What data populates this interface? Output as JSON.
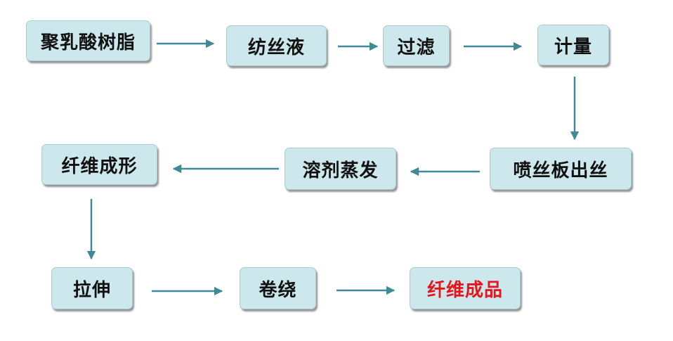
{
  "flow": {
    "nodes": [
      {
        "id": "pla-resin",
        "label": "聚乳酸树脂"
      },
      {
        "id": "spinning-solution",
        "label": "纺丝液"
      },
      {
        "id": "filtering",
        "label": "过滤"
      },
      {
        "id": "metering",
        "label": "计量"
      },
      {
        "id": "spinneret-extrusion",
        "label": "喷丝板出丝"
      },
      {
        "id": "solvent-evaporation",
        "label": "溶剂蒸发"
      },
      {
        "id": "fiber-forming",
        "label": "纤维成形"
      },
      {
        "id": "drawing",
        "label": "拉伸"
      },
      {
        "id": "winding",
        "label": "卷绕"
      },
      {
        "id": "finished-fiber",
        "label": "纤维成品"
      }
    ],
    "edges": [
      {
        "from": "pla-resin",
        "to": "spinning-solution"
      },
      {
        "from": "spinning-solution",
        "to": "filtering"
      },
      {
        "from": "filtering",
        "to": "metering"
      },
      {
        "from": "metering",
        "to": "spinneret-extrusion"
      },
      {
        "from": "spinneret-extrusion",
        "to": "solvent-evaporation"
      },
      {
        "from": "solvent-evaporation",
        "to": "fiber-forming"
      },
      {
        "from": "fiber-forming",
        "to": "drawing"
      },
      {
        "from": "drawing",
        "to": "winding"
      },
      {
        "from": "winding",
        "to": "finished-fiber"
      }
    ],
    "colors": {
      "node_fill": "#cde8ec",
      "arrow": "#3f8a99",
      "final_text": "#e8141b"
    }
  }
}
